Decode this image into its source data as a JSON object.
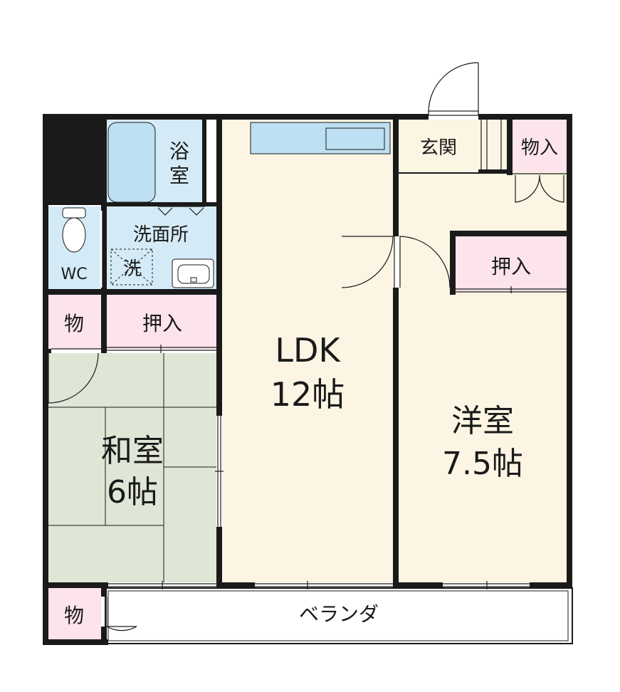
{
  "colors": {
    "wall": "#1a1a1a",
    "floor_ldk": "#fcf5e4",
    "floor_closet": "#fde4ec",
    "floor_wet": "#d4ebf7",
    "floor_tatami": "#e0e6d6",
    "tub": "#bde0f2",
    "balcony": "#ffffff"
  },
  "rooms": {
    "bath": {
      "line1": "浴",
      "line2": "室"
    },
    "washroom": {
      "label": "洗面所"
    },
    "washer": {
      "label": "洗"
    },
    "wc": {
      "label": "WC"
    },
    "storage_left": {
      "label": "物"
    },
    "oshiire_left": {
      "label": "押入"
    },
    "washitsu": {
      "name": "和室",
      "size": "6帖"
    },
    "ldk": {
      "name": "LDK",
      "size": "12帖"
    },
    "genkan": {
      "label": "玄関"
    },
    "monoire": {
      "label": "物入"
    },
    "oshiire_right": {
      "label": "押入"
    },
    "youshitsu": {
      "name": "洋室",
      "size": "7.5帖"
    },
    "storage_balcony": {
      "label": "物"
    },
    "veranda": {
      "label": "ベランダ"
    }
  }
}
